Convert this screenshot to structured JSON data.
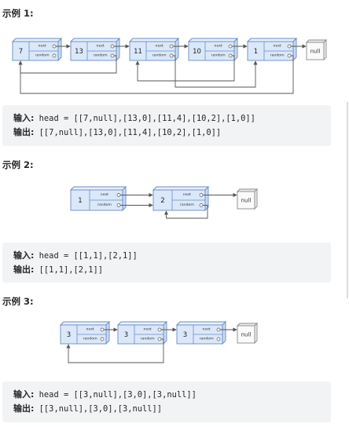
{
  "labels": {
    "next": "next",
    "random": "random",
    "null": "null",
    "input": "输入:",
    "output": "输出:"
  },
  "examples": [
    {
      "title": "示例 1:",
      "nodes": [
        "7",
        "13",
        "11",
        "10",
        "1"
      ],
      "random_targets": [
        null,
        0,
        4,
        2,
        0
      ],
      "input": "head = [[7,null],[13,0],[11,4],[10,2],[1,0]]",
      "output": "[[7,null],[13,0],[11,4],[10,2],[1,0]]"
    },
    {
      "title": "示例 2:",
      "nodes": [
        "1",
        "2"
      ],
      "random_targets": [
        1,
        1
      ],
      "input": "head = [[1,1],[2,1]]",
      "output": "[[1,1],[2,1]]"
    },
    {
      "title": "示例 3:",
      "nodes": [
        "3",
        "3",
        "3"
      ],
      "random_targets": [
        null,
        0,
        null
      ],
      "input": "head = [[3,null],[3,0],[3,null]]",
      "output": "[[3,null],[3,0],[3,null]]"
    }
  ]
}
